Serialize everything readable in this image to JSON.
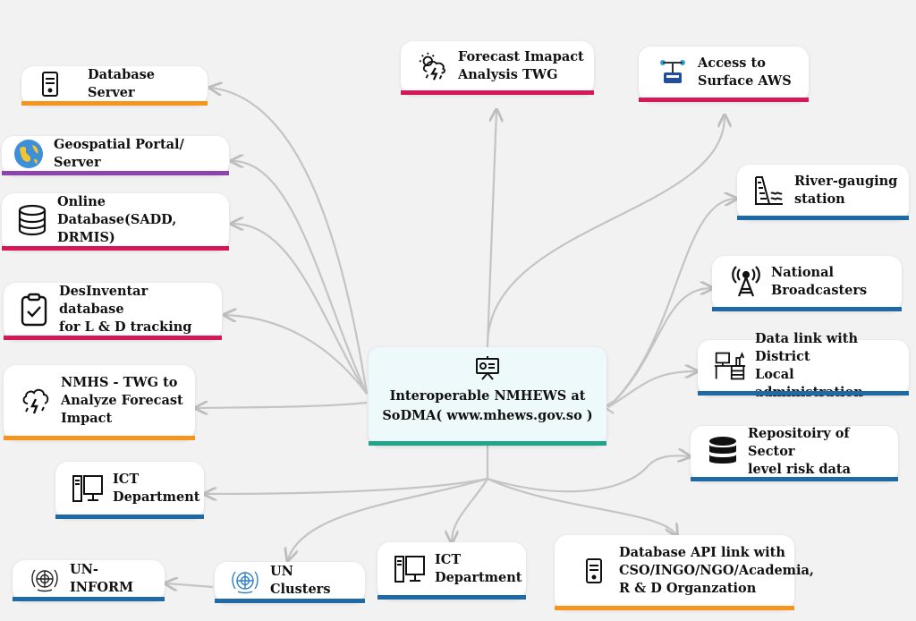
{
  "center": {
    "label": "Interoperable NMHEWS at\nSoDMA( www.mhews.gov.so )",
    "icon": "presentation-board-icon",
    "accent": "#21a58a"
  },
  "nodes": {
    "database_server": {
      "label": "Database Server",
      "icon": "server-icon",
      "accent": "#f7941d"
    },
    "geospatial_portal": {
      "label": "Geospatial Portal/  Server",
      "icon": "globe-icon",
      "accent": "#8e44ad"
    },
    "online_database": {
      "label": "Online Database(SADD,\nDRMIS)",
      "icon": "database-icon",
      "accent": "#d6185a"
    },
    "desinventar": {
      "label": "DesInventar database\nfor L & D tracking",
      "icon": "clipboard-check-icon",
      "accent": "#d6185a"
    },
    "nmhs_twg": {
      "label": "NMHS - TWG to\nAnalyze Forecast\nImpact",
      "icon": "storm-cloud-icon",
      "accent": "#f7941d"
    },
    "ict_left": {
      "label": "ICT\nDepartment",
      "icon": "computer-icon",
      "accent": "#1f6aa5"
    },
    "un_inform": {
      "label": "UN-INFORM",
      "icon": "un-emblem-icon",
      "accent": "#1f6aa5"
    },
    "un_clusters": {
      "label": "UN Clusters",
      "icon": "un-emblem-icon",
      "accent": "#1f6aa5"
    },
    "ict_center": {
      "label": "ICT\nDepartment",
      "icon": "computer-icon",
      "accent": "#1f6aa5"
    },
    "database_api": {
      "label": "Database API link with\nCSO/INGO/NGO/Academia,\nR & D Organzation",
      "icon": "server-icon",
      "accent": "#f7941d"
    },
    "forecast_twg": {
      "label": "Forecast Imapact\nAnalysis TWG",
      "icon": "storm-sun-icon",
      "accent": "#d6185a"
    },
    "access_aws": {
      "label": "Access to\nSurface AWS",
      "icon": "weather-station-icon",
      "accent": "#d6185a"
    },
    "river_gauging": {
      "label": "River-gauging\nstation",
      "icon": "dam-icon",
      "accent": "#1f6aa5"
    },
    "national_broadcasters": {
      "label": "National\nBroadcasters",
      "icon": "antenna-tower-icon",
      "accent": "#1f6aa5"
    },
    "district_link": {
      "label": "Data link with District\nLocal administration",
      "icon": "office-desk-icon",
      "accent": "#1f6aa5"
    },
    "repository": {
      "label": "Repositoiry of  Sector\nlevel risk data",
      "icon": "database-icon",
      "accent": "#1f6aa5"
    }
  }
}
